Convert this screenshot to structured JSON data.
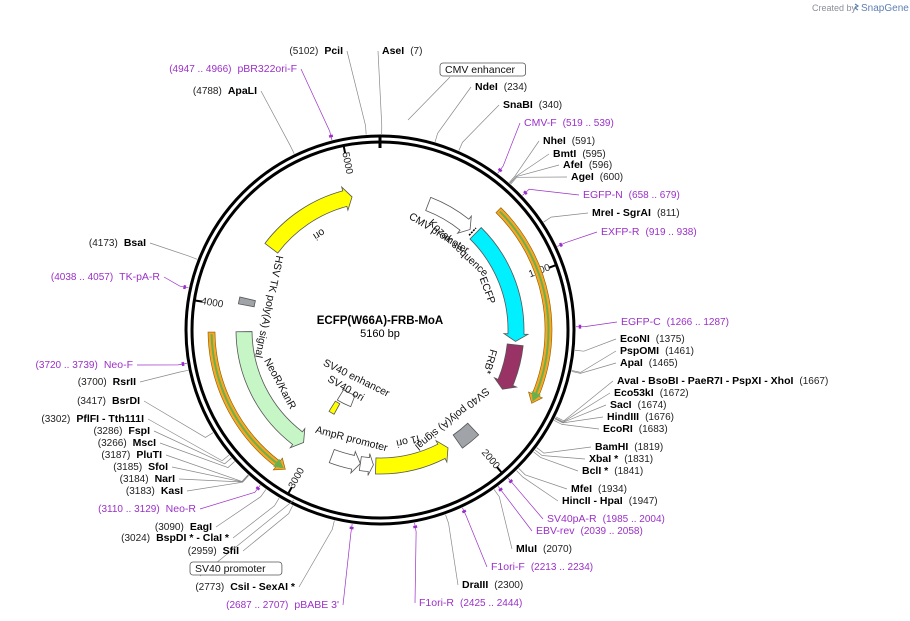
{
  "credit": {
    "prefix": "Created by",
    "brand": "SnapGene"
  },
  "plasmid": {
    "name": "ECFP(W66A)-FRB-MoA",
    "size": "5160 bp",
    "length": 5160
  },
  "colors": {
    "primer": "#9b30c8",
    "ecfp": "#00f0ff",
    "frb": "#993366",
    "yellow": "#ffff00",
    "green": "#c6f5c6",
    "orf": "#f5a623",
    "orf_inner": "#6ab04c",
    "gray": "#a0a4a8"
  },
  "enzymes": [
    {
      "name": "PciI",
      "pos": "(5102)",
      "side": "top-left",
      "sites": [
        5102
      ]
    },
    {
      "name": "AseI",
      "pos": "(7)",
      "side": "top",
      "sites": [
        7
      ]
    },
    {
      "name": "NdeI",
      "pos": "(234)",
      "sites": [
        234
      ]
    },
    {
      "name": "SnaBI",
      "pos": "(340)",
      "sites": [
        340
      ]
    },
    {
      "name": "NheI",
      "pos": "(591)",
      "sites": [
        591
      ]
    },
    {
      "name": "BmtI",
      "pos": "(595)",
      "sites": [
        595
      ]
    },
    {
      "name": "AfeI",
      "pos": "(596)",
      "sites": [
        596
      ]
    },
    {
      "name": "AgeI",
      "pos": "(600)",
      "sites": [
        600
      ]
    },
    {
      "name": "MreI - SgrAI",
      "pos": "(811)",
      "sites": [
        811
      ]
    },
    {
      "name": "EcoNI",
      "pos": "(1375)",
      "sites": [
        1375
      ]
    },
    {
      "name": "PspOMI",
      "pos": "(1461)",
      "sites": [
        1461
      ]
    },
    {
      "name": "ApaI",
      "pos": "(1465)",
      "sites": [
        1465
      ]
    },
    {
      "name": "AvaI - BsoBI - PaeR7I - PspXI - XhoI",
      "pos": "(1667)",
      "sites": [
        1667
      ]
    },
    {
      "name": "Eco53kI",
      "pos": "(1672)",
      "sites": [
        1672
      ]
    },
    {
      "name": "SacI",
      "pos": "(1674)",
      "sites": [
        1674
      ]
    },
    {
      "name": "HindIII",
      "pos": "(1676)",
      "sites": [
        1676
      ]
    },
    {
      "name": "EcoRI",
      "pos": "(1683)",
      "sites": [
        1683
      ]
    },
    {
      "name": "BamHI",
      "pos": "(1819)",
      "sites": [
        1819
      ]
    },
    {
      "name": "XbaI *",
      "pos": "(1831)",
      "sites": [
        1831
      ]
    },
    {
      "name": "BclI *",
      "pos": "(1841)",
      "sites": [
        1841
      ]
    },
    {
      "name": "MfeI",
      "pos": "(1934)",
      "sites": [
        1934
      ]
    },
    {
      "name": "HincII - HpaI",
      "pos": "(1947)",
      "sites": [
        1947
      ]
    },
    {
      "name": "MluI",
      "pos": "(2070)",
      "sites": [
        2070
      ]
    },
    {
      "name": "DraIII",
      "pos": "(2300)",
      "sites": [
        2300
      ]
    },
    {
      "name": "CsiI - SexAI *",
      "pos": "(2773)",
      "sites": [
        2773
      ]
    },
    {
      "name": "SfiI",
      "pos": "(2959)",
      "sites": [
        2959
      ]
    },
    {
      "name": "BspDI * - ClaI *",
      "pos": "(3024)",
      "sites": [
        3024
      ]
    },
    {
      "name": "EagI",
      "pos": "(3090)",
      "sites": [
        3090
      ]
    },
    {
      "name": "KasI",
      "pos": "(3183)",
      "sites": [
        3183
      ]
    },
    {
      "name": "NarI",
      "pos": "(3184)",
      "sites": [
        3184
      ]
    },
    {
      "name": "SfoI",
      "pos": "(3185)",
      "sites": [
        3185
      ]
    },
    {
      "name": "PluTI",
      "pos": "(3187)",
      "sites": [
        3187
      ]
    },
    {
      "name": "MscI",
      "pos": "(3266)",
      "sites": [
        3266
      ]
    },
    {
      "name": "FspI",
      "pos": "(3286)",
      "sites": [
        3286
      ]
    },
    {
      "name": "PflFI - Tth111I",
      "pos": "(3302)",
      "sites": [
        3302
      ]
    },
    {
      "name": "BsrDI",
      "pos": "(3417)",
      "sites": [
        3417
      ]
    },
    {
      "name": "RsrII",
      "pos": "(3700)",
      "sites": [
        3700
      ]
    },
    {
      "name": "BsaI",
      "pos": "(4173)",
      "sites": [
        4173
      ]
    },
    {
      "name": "ApaLI",
      "pos": "(4788)",
      "sites": [
        4788
      ]
    }
  ],
  "primers": [
    {
      "name": "pBR322ori-F",
      "range": "(4947 .. 4966)",
      "start": 4947,
      "end": 4966
    },
    {
      "name": "CMV-F",
      "range": "(519 .. 539)",
      "start": 519,
      "end": 539
    },
    {
      "name": "EGFP-N",
      "range": "(658 .. 679)",
      "start": 658,
      "end": 679
    },
    {
      "name": "EXFP-R",
      "range": "(919 .. 938)",
      "start": 919,
      "end": 938
    },
    {
      "name": "EGFP-C",
      "range": "(1266 .. 1287)",
      "start": 1266,
      "end": 1287
    },
    {
      "name": "SV40pA-R",
      "range": "(1985 .. 2004)",
      "start": 1985,
      "end": 2004
    },
    {
      "name": "EBV-rev",
      "range": "(2039 .. 2058)",
      "start": 2039,
      "end": 2058
    },
    {
      "name": "F1ori-F",
      "range": "(2213 .. 2234)",
      "start": 2213,
      "end": 2234
    },
    {
      "name": "F1ori-R",
      "range": "(2425 .. 2444)",
      "start": 2425,
      "end": 2444
    },
    {
      "name": "pBABE 3'",
      "range": "(2687 .. 2707)",
      "start": 2687,
      "end": 2707
    },
    {
      "name": "Neo-R",
      "range": "(3110 .. 3129)",
      "start": 3110,
      "end": 3129
    },
    {
      "name": "Neo-F",
      "range": "(3720 .. 3739)",
      "start": 3720,
      "end": 3739
    },
    {
      "name": "TK-pA-R",
      "range": "(4038 .. 4057)",
      "start": 4038,
      "end": 4057
    }
  ],
  "boxed_features": [
    {
      "name": "CMV enhancer"
    },
    {
      "name": "SV40 promoter"
    }
  ],
  "features": [
    {
      "name": "CMV promoter",
      "start": 300,
      "end": 600,
      "color": "#ffffff",
      "dir": 1
    },
    {
      "name": "Kozak sequence",
      "start": 620,
      "end": 630,
      "color": "#ffffff",
      "dir": 0
    },
    {
      "name": "ECFP",
      "start": 640,
      "end": 1359,
      "color": "#00f0ff",
      "dir": 1
    },
    {
      "name": "FRB*",
      "start": 1380,
      "end": 1660,
      "color": "#993366",
      "dir": 1
    },
    {
      "name": "SV40 poly(A) signal",
      "start": 1960,
      "end": 2080,
      "color": "#a0a4a8",
      "dir": 0
    },
    {
      "name": "f1 ori",
      "start": 2150,
      "end": 2606,
      "color": "#ffff00",
      "dir": -1
    },
    {
      "name": "",
      "start": 2620,
      "end": 2700,
      "color": "#ffffff",
      "dir": -1
    },
    {
      "name": "AmpR promoter",
      "start": 2700,
      "end": 2880,
      "color": "#ffffff",
      "dir": -1
    },
    {
      "name": "SV40 enhancer",
      "start": 2880,
      "end": 3030,
      "color": "#ffffff",
      "dir": 0
    },
    {
      "name": "SV40 ori",
      "start": 2990,
      "end": 3040,
      "color": "#ffff00",
      "dir": 0
    },
    {
      "name": "NeoR/KanR",
      "start": 3070,
      "end": 3860,
      "color": "#c6f5c6",
      "dir": -1
    },
    {
      "name": "HSV TK poly(A) signal",
      "start": 4020,
      "end": 4060,
      "color": "#a0a4a8",
      "dir": 0
    },
    {
      "name": "ori",
      "start": 4400,
      "end": 4990,
      "color": "#ffff00",
      "dir": 1
    }
  ],
  "orfs": [
    {
      "start": 640,
      "end": 1660,
      "dir": 1
    },
    {
      "start": 3070,
      "end": 3860,
      "dir": -1
    }
  ],
  "ticks": [
    {
      "label": "1000",
      "bp": 1000
    },
    {
      "label": "2000",
      "bp": 2000
    },
    {
      "label": "3000",
      "bp": 3000
    },
    {
      "label": "4000",
      "bp": 4000
    },
    {
      "label": "5000",
      "bp": 5000
    }
  ]
}
